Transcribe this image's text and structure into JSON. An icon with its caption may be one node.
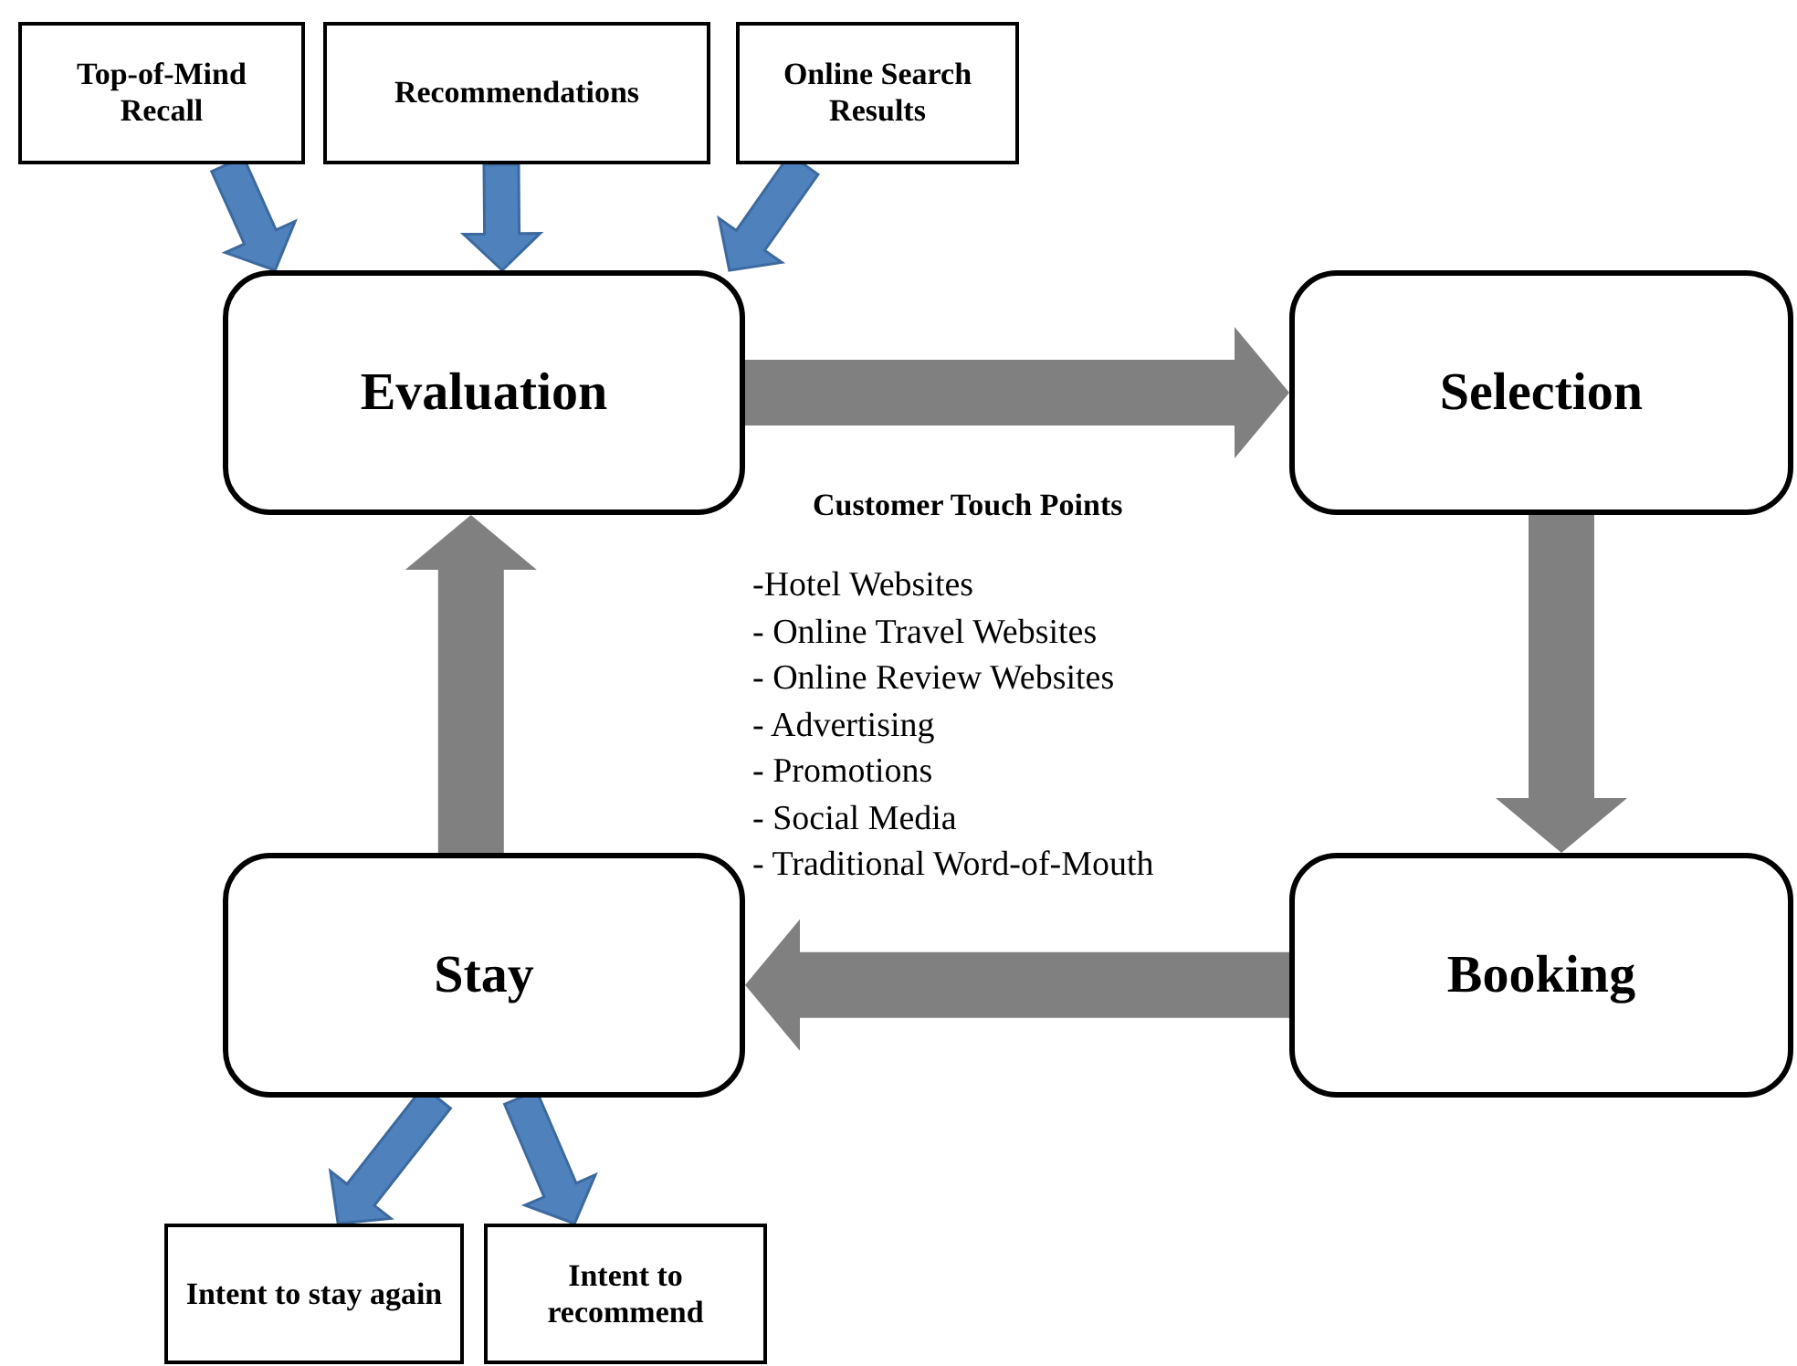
{
  "diagram": {
    "nodes": [
      {
        "text": [
          "Top-of-Mind Recall"
        ]
      },
      {
        "text": [
          "Recommendations"
        ]
      },
      {
        "text": [
          "Online Search Results"
        ]
      },
      {
        "text": [
          "Evaluation"
        ]
      },
      {
        "text": [
          "Selection"
        ]
      },
      {
        "text": [
          "Booking"
        ]
      },
      {
        "text": [
          "Stay"
        ]
      },
      {
        "text": [
          "Intent to stay again"
        ]
      },
      {
        "text": [
          "Intent to recommend"
        ]
      }
    ],
    "edges": [
      {
        "from": 0,
        "to": 3,
        "arrow": "to"
      },
      {
        "from": 1,
        "to": 3,
        "arrow": "to"
      },
      {
        "from": 2,
        "to": 3,
        "arrow": "to"
      },
      {
        "from": 3,
        "to": 4,
        "arrow": "to",
        "style": "thick",
        "color": "#808080"
      },
      {
        "from": 4,
        "to": 5,
        "arrow": "to",
        "style": "thick",
        "color": "#808080"
      },
      {
        "from": 5,
        "to": 6,
        "arrow": "to",
        "style": "thick",
        "color": "#808080"
      },
      {
        "from": 6,
        "to": 3,
        "arrow": "to",
        "style": "thick",
        "color": "#808080"
      },
      {
        "from": 6,
        "to": 7,
        "arrow": "to"
      },
      {
        "from": 6,
        "to": 8,
        "arrow": "to"
      }
    ],
    "labels": [
      "Customer Touch Points",
      "-Hotel Websites",
      "- Online Travel Websites",
      "- Online Review Websites",
      "- Advertising",
      "- Promotions",
      "- Social Media",
      "- Traditional Word-of-Mouth"
    ]
  }
}
